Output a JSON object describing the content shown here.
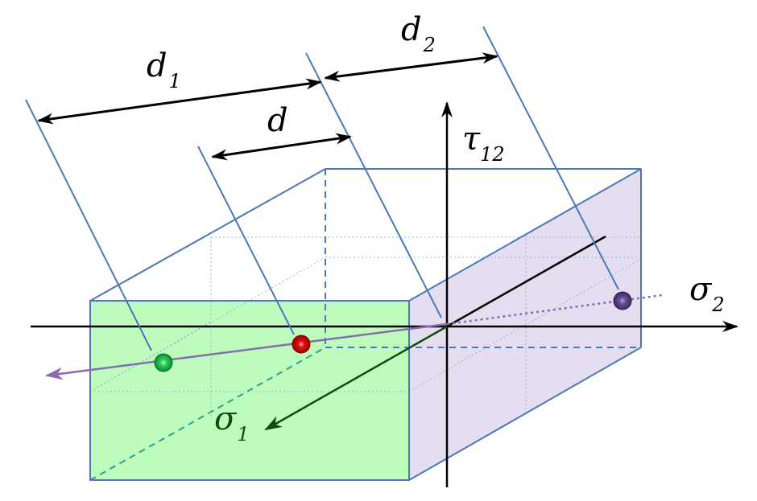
{
  "labels": {
    "d1_main": "d",
    "d1_sub": "1",
    "d2_main": "d",
    "d2_sub": "2",
    "d_main": "d",
    "tau_main": "τ",
    "tau_sub": "12",
    "sigma2_main": "σ",
    "sigma2_sub": "2",
    "sigma1_main": "σ",
    "sigma1_sub": "1"
  },
  "colors": {
    "green_face": "#bdfcbd",
    "purple_face": "#e4def0",
    "edge": "#4a78b8",
    "purple_line": "#8a6ab0",
    "green_point": "#1aa84a",
    "red_point": "#cc0000",
    "purple_point": "#5a3f80",
    "sigma1_color": "#0d4d0d"
  }
}
